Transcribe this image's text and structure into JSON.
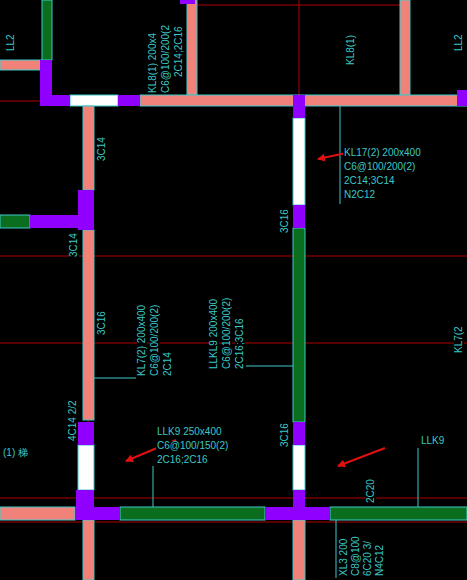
{
  "diagram": {
    "labels": [
      "LL2",
      "KL8(1) 200x4",
      "C6@100/200(2",
      "2C14;2C16",
      "KL8(1)",
      "LL2",
      "3C14",
      "KL17(2) 200x400",
      "C6@100/200(2)",
      "2C14;3C14",
      "N2C12",
      "3C16",
      "3C14",
      "3C16",
      "KL7(2) 200x400",
      "C6@100/200(2)",
      "2C14",
      "LLKL9 200x400",
      "C6@100/200(2)",
      "2C16;3C16",
      "KL7(2",
      "(1) 梯",
      "4C14 2/2",
      "LLK9 250x400",
      "C6@100/150(2)",
      "2C16;2C16",
      "3C16",
      "LLK9",
      "2C20",
      "XL3 200",
      "C8@100",
      "6C20 3/",
      "N4C12"
    ]
  }
}
